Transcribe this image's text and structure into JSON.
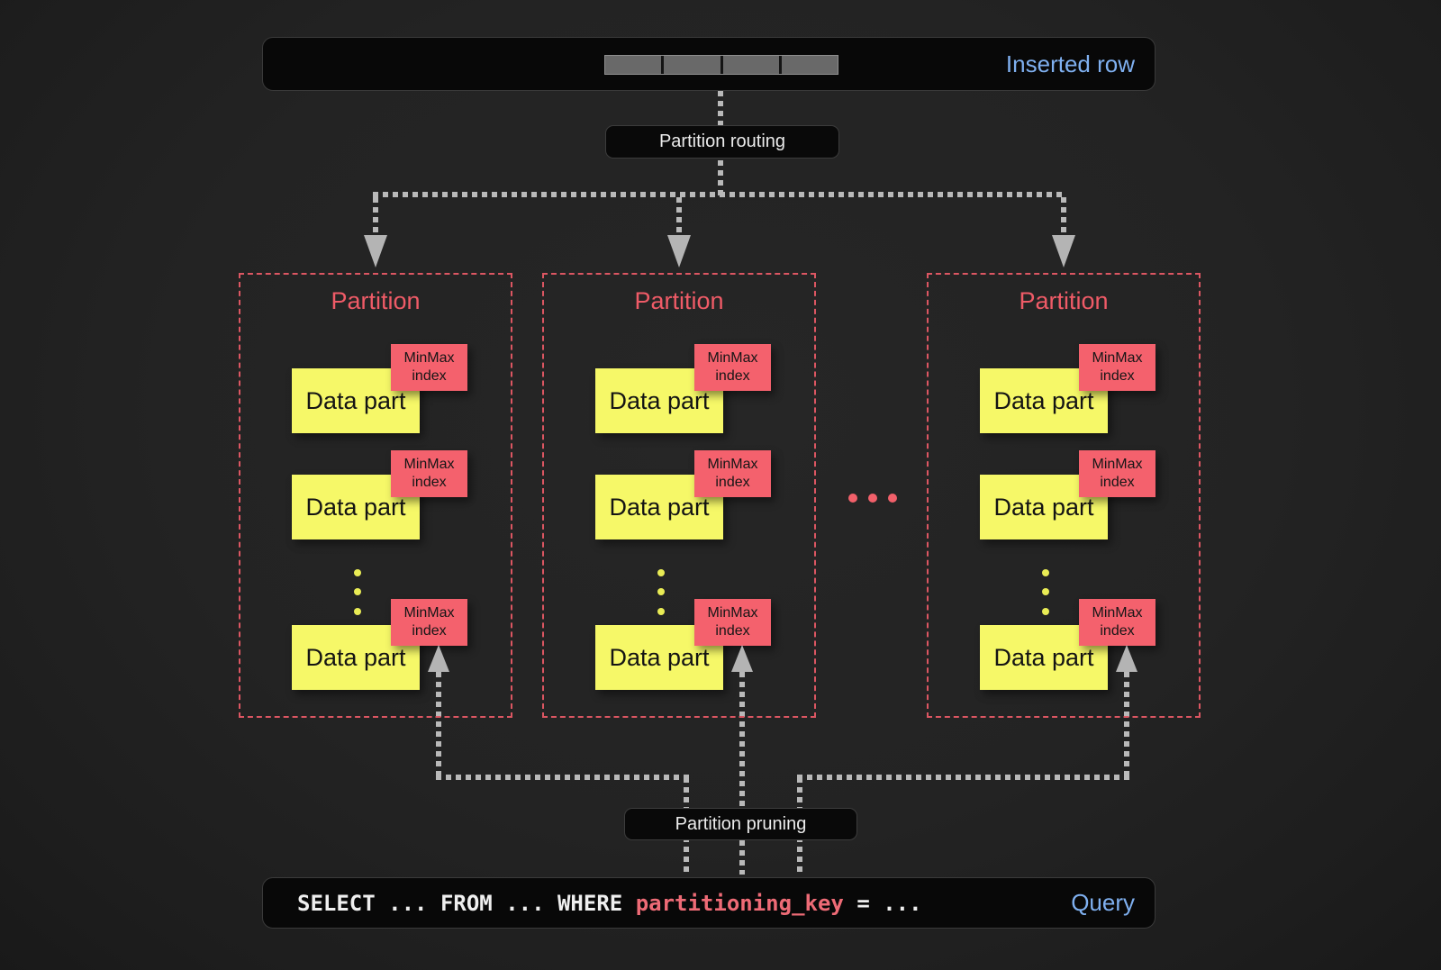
{
  "top_bar": {
    "label": "Inserted row",
    "segment_count": 4
  },
  "routing_label": "Partition routing",
  "pruning_label": "Partition pruning",
  "partitions": [
    {
      "title": "Partition",
      "parts": [
        {
          "label": "Data part",
          "tag_line1": "MinMax",
          "tag_line2": "index"
        },
        {
          "label": "Data part",
          "tag_line1": "MinMax",
          "tag_line2": "index"
        },
        {
          "label": "Data part",
          "tag_line1": "MinMax",
          "tag_line2": "index"
        }
      ]
    },
    {
      "title": "Partition",
      "parts": [
        {
          "label": "Data part",
          "tag_line1": "MinMax",
          "tag_line2": "index"
        },
        {
          "label": "Data part",
          "tag_line1": "MinMax",
          "tag_line2": "index"
        },
        {
          "label": "Data part",
          "tag_line1": "MinMax",
          "tag_line2": "index"
        }
      ]
    },
    {
      "title": "Partition",
      "parts": [
        {
          "label": "Data part",
          "tag_line1": "MinMax",
          "tag_line2": "index"
        },
        {
          "label": "Data part",
          "tag_line1": "MinMax",
          "tag_line2": "index"
        },
        {
          "label": "Data part",
          "tag_line1": "MinMax",
          "tag_line2": "index"
        }
      ]
    }
  ],
  "query_bar": {
    "code_before": "SELECT ... FROM ... WHERE ",
    "code_key": "partitioning_key",
    "code_after": " = ...",
    "label": "Query"
  },
  "colors": {
    "accent_blue": "#7fb0f0",
    "partition_red": "#ef5b67",
    "partition_border": "#dc5662",
    "minmax_pink": "#f4616d",
    "data_part_yellow": "#f6f868",
    "arrow_gray": "#b9b9b9",
    "bar_background": "#080808"
  }
}
